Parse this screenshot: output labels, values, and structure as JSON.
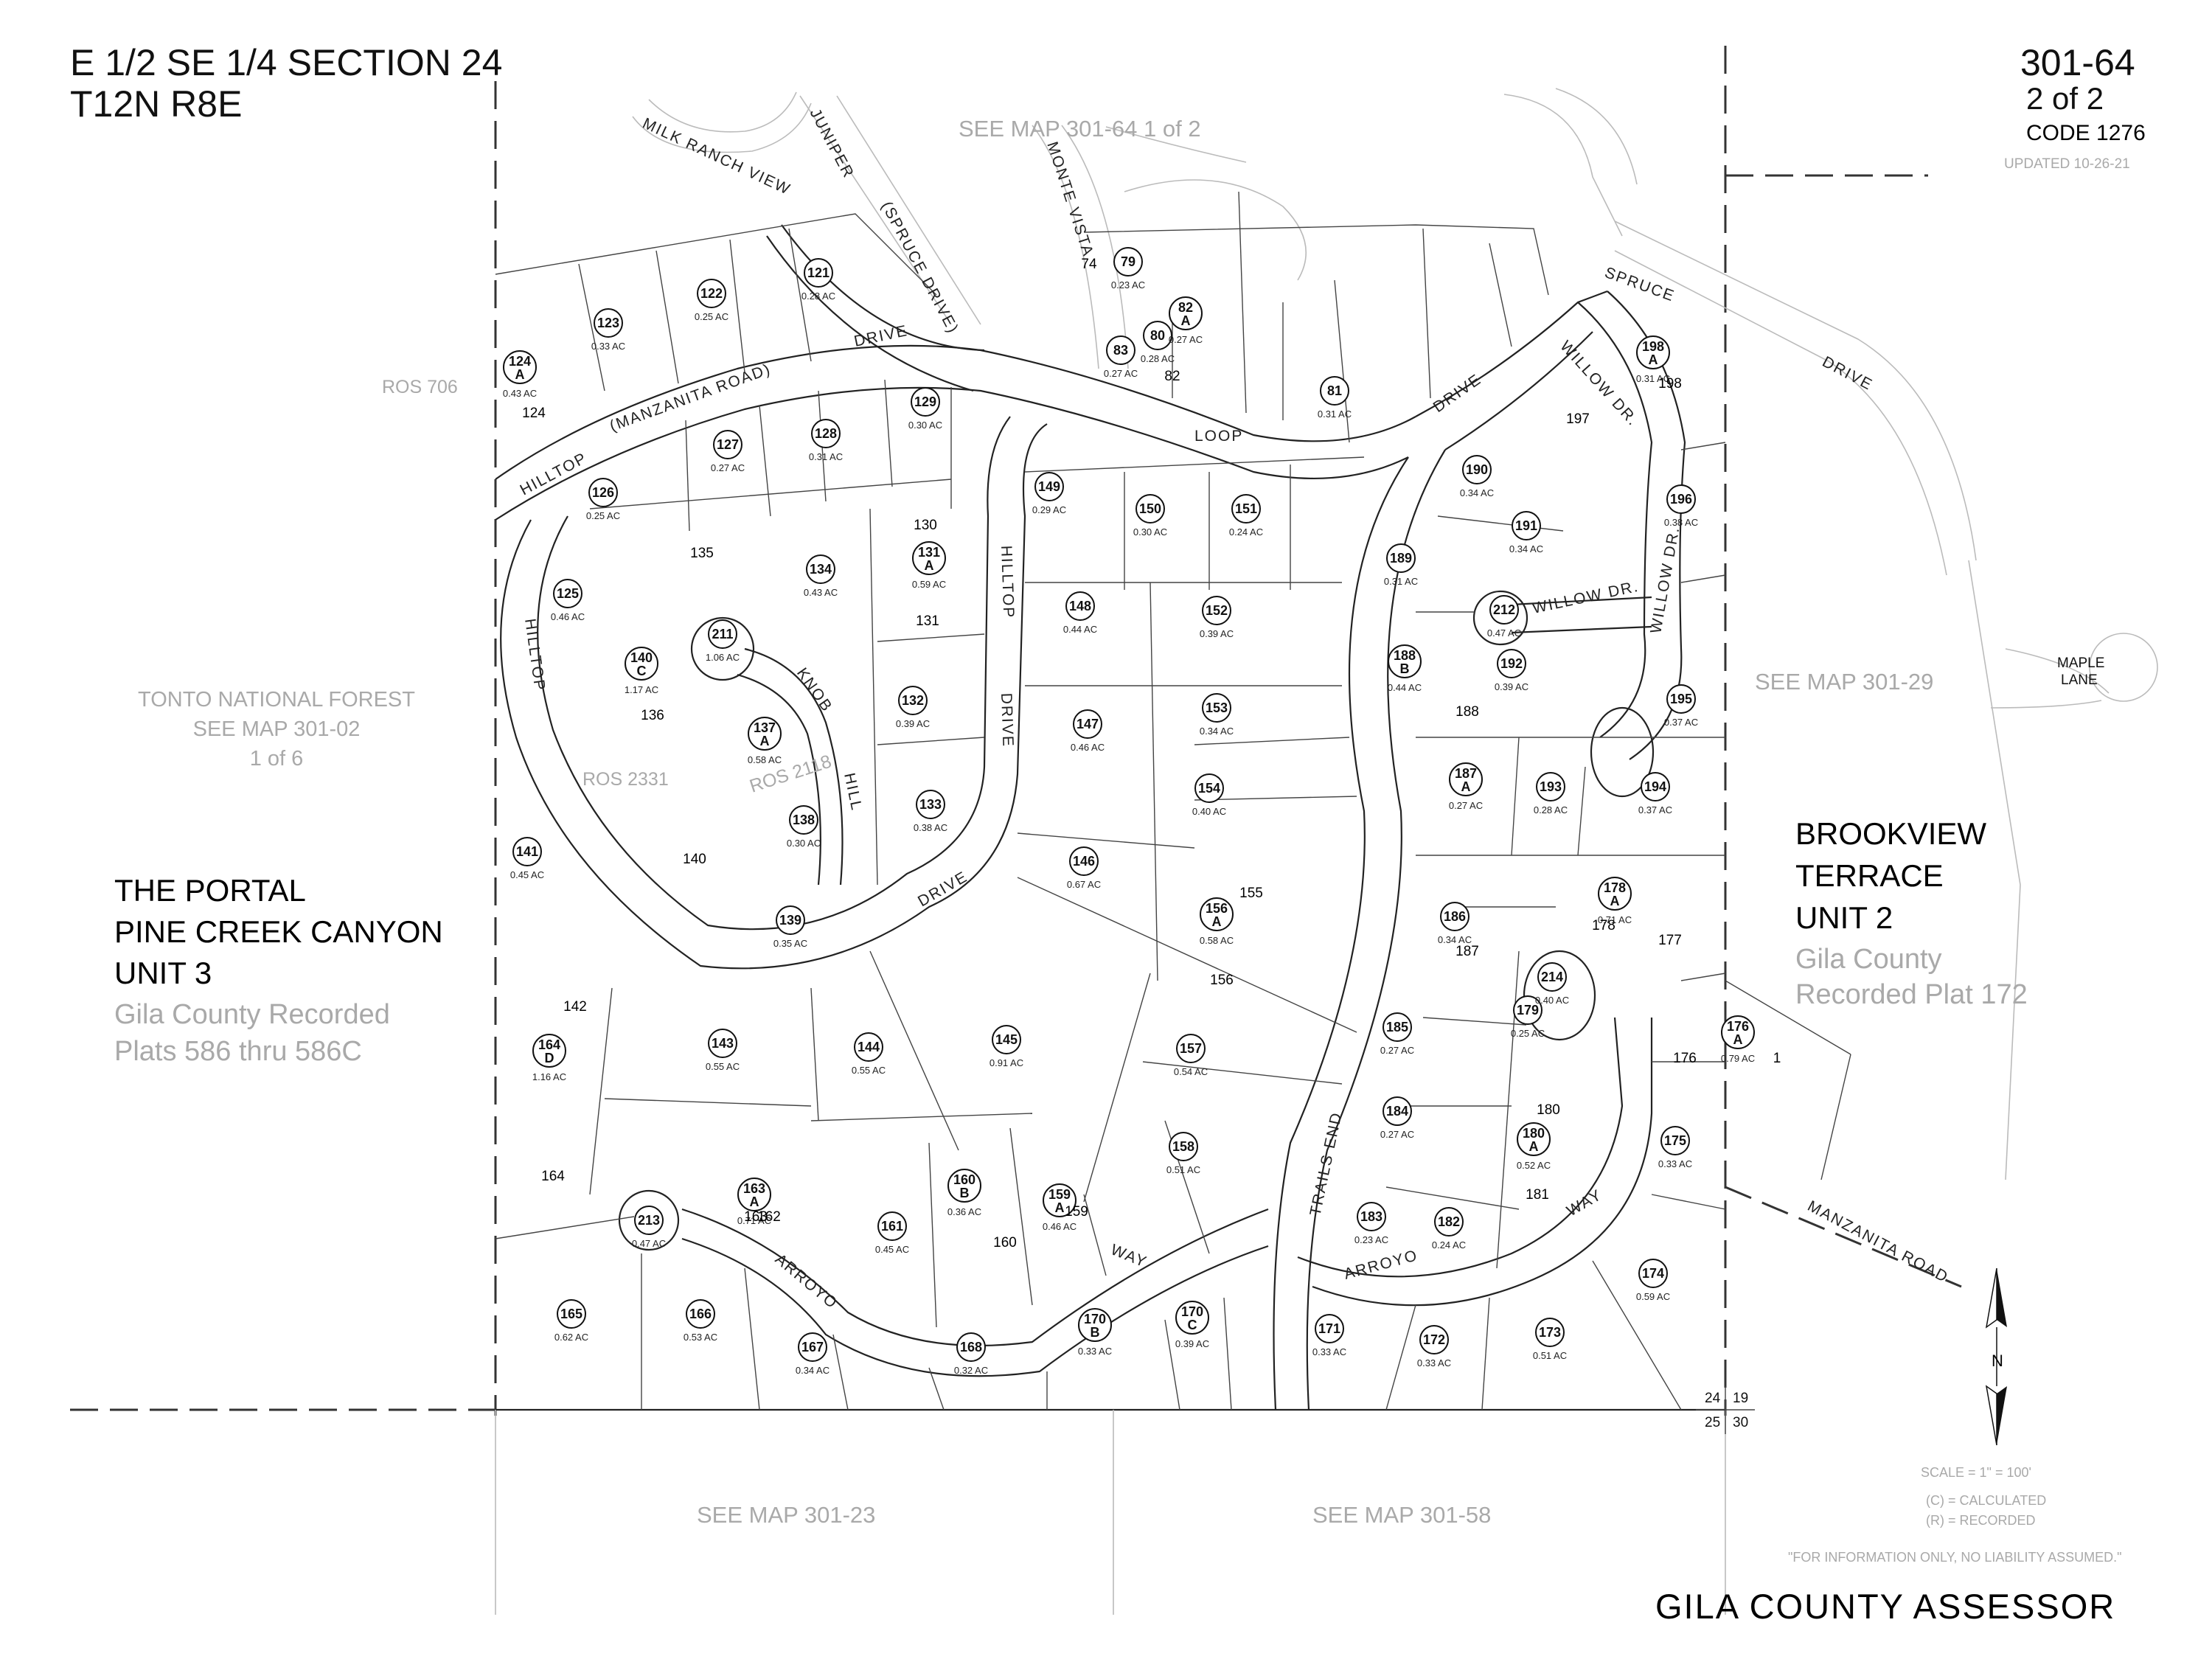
{
  "title": {
    "line1": "E 1/2 SE 1/4 SECTION 24",
    "line2": "T12N R8E"
  },
  "map_id": {
    "number": "301-64",
    "sheet": "2 of 2",
    "code": "CODE 1276",
    "updated": "UPDATED 10-26-21"
  },
  "references": {
    "north": "SEE MAP 301-64   1 of 2",
    "east": "SEE MAP 301-29",
    "south_west": "SEE MAP 301-23",
    "south_east": "SEE MAP 301-58",
    "ros706": "ROS 706",
    "ros2331": "ROS 2331",
    "ros2118": "ROS 2118"
  },
  "forest": {
    "line1": "TONTO NATIONAL FOREST",
    "line2": "SEE MAP 301-02",
    "line3": "1 of 6"
  },
  "subdivision_west": {
    "line1": "THE PORTAL",
    "line2": "PINE CREEK CANYON",
    "line3": "UNIT 3",
    "line4": "Gila County Recorded",
    "line5": "Plats 586 thru 586C"
  },
  "subdivision_east": {
    "line1": "BROOKVIEW",
    "line2": "TERRACE",
    "line3": "UNIT 2",
    "line4": "Gila County",
    "line5": "Recorded Plat 172"
  },
  "streets": {
    "milk_ranch": "MILK RANCH   VIEW",
    "juniper": "JUNIPER",
    "spruce_drive_paren": "(SPRUCE DRIVE)",
    "monte_vista": "MONTE VISTA",
    "spruce": "SPRUCE",
    "drive": "DRIVE",
    "hilltop": "HILLTOP",
    "manzanita_road_paren": "(MANZANITA ROAD)",
    "loop": "LOOP",
    "willow_dr": "WILLOW DR.",
    "maple_lane_1": "MAPLE",
    "maple_lane_2": "LANE",
    "knob": "KNOB",
    "hill": "HILL",
    "trails_end": "TRAILS END",
    "arroyo": "ARROYO",
    "way": "WAY",
    "manzanita_road": "MANZANITA   ROAD"
  },
  "section_corner": {
    "nw": "24",
    "ne": "19",
    "sw": "25",
    "se": "30"
  },
  "north_arrow": "N",
  "legend": {
    "scale": "SCALE = 1\" = 100'",
    "calculated": "(C) = CALCULATED",
    "recorded": "(R) = RECORDED"
  },
  "disclaimer": "\"FOR INFORMATION ONLY, NO LIABILITY ASSUMED.\"",
  "assessor": "GILA COUNTY ASSESSOR",
  "parcels": [
    {
      "num": "121",
      "acres": "0.28 AC",
      "circled": true
    },
    {
      "num": "122",
      "acres": "0.25 AC",
      "circled": true
    },
    {
      "num": "123",
      "acres": "0.33 AC",
      "circled": true
    },
    {
      "num": "124",
      "sub": "A",
      "acres": "0.43 AC",
      "circled": true
    },
    {
      "num": "125",
      "acres": "0.46 AC",
      "circled": true
    },
    {
      "num": "126",
      "acres": "0.25 AC",
      "circled": true
    },
    {
      "num": "127",
      "acres": "0.27 AC",
      "circled": true
    },
    {
      "num": "128",
      "acres": "0.31 AC",
      "circled": true
    },
    {
      "num": "129",
      "acres": "0.30 AC",
      "circled": true
    },
    {
      "num": "131",
      "sub": "A",
      "acres": "0.59 AC",
      "circled": true
    },
    {
      "num": "132",
      "acres": "0.39 AC",
      "circled": true
    },
    {
      "num": "133",
      "acres": "0.38 AC",
      "circled": true
    },
    {
      "num": "134",
      "acres": "0.43 AC",
      "circled": true
    },
    {
      "num": "137",
      "sub": "A",
      "acres": "0.58 AC",
      "circled": true
    },
    {
      "num": "138",
      "acres": "0.30 AC",
      "circled": true
    },
    {
      "num": "139",
      "acres": "0.35 AC",
      "circled": true
    },
    {
      "num": "140",
      "sub": "C",
      "acres": "1.17 AC",
      "circled": true
    },
    {
      "num": "141",
      "acres": "0.45 AC",
      "circled": true
    },
    {
      "num": "143",
      "acres": "0.55 AC",
      "circled": true
    },
    {
      "num": "144",
      "acres": "0.55 AC",
      "circled": true
    },
    {
      "num": "145",
      "acres": "0.91 AC",
      "circled": true
    },
    {
      "num": "146",
      "acres": "0.67 AC",
      "circled": true
    },
    {
      "num": "147",
      "acres": "0.46 AC",
      "circled": true
    },
    {
      "num": "148",
      "acres": "0.44 AC",
      "circled": true
    },
    {
      "num": "149",
      "acres": "0.29 AC",
      "circled": true
    },
    {
      "num": "150",
      "acres": "0.30 AC",
      "circled": true
    },
    {
      "num": "151",
      "acres": "0.24 AC",
      "circled": true
    },
    {
      "num": "152",
      "acres": "0.39 AC",
      "circled": true
    },
    {
      "num": "153",
      "acres": "0.34 AC",
      "circled": true
    },
    {
      "num": "154",
      "acres": "0.40 AC",
      "circled": true
    },
    {
      "num": "156",
      "sub": "A",
      "acres": "0.58 AC",
      "circled": true
    },
    {
      "num": "157",
      "acres": "0.54 AC",
      "circled": true
    },
    {
      "num": "158",
      "acres": "0.51 AC",
      "circled": true
    },
    {
      "num": "159",
      "sub": "A",
      "acres": "0.46 AC",
      "circled": true
    },
    {
      "num": "160",
      "sub": "B",
      "acres": "0.36 AC",
      "circled": true
    },
    {
      "num": "161",
      "acres": "0.45 AC",
      "circled": true
    },
    {
      "num": "163",
      "sub": "A",
      "acres": "0.71 AC",
      "circled": true
    },
    {
      "num": "164",
      "sub": "D",
      "acres": "1.16 AC",
      "circled": true
    },
    {
      "num": "165",
      "acres": "0.62 AC",
      "circled": true
    },
    {
      "num": "166",
      "acres": "0.53 AC",
      "circled": true
    },
    {
      "num": "167",
      "acres": "0.34 AC",
      "circled": true
    },
    {
      "num": "168",
      "acres": "0.32 AC",
      "circled": true
    },
    {
      "num": "170",
      "sub": "B",
      "acres": "0.33 AC",
      "circled": true
    },
    {
      "num": "170",
      "sub": "C",
      "acres": "0.39 AC",
      "circled": true
    },
    {
      "num": "171",
      "acres": "0.33 AC",
      "circled": true
    },
    {
      "num": "172",
      "acres": "0.33 AC",
      "circled": true
    },
    {
      "num": "173",
      "acres": "0.51 AC",
      "circled": true
    },
    {
      "num": "174",
      "acres": "0.59 AC",
      "circled": true
    },
    {
      "num": "175",
      "acres": "0.33 AC",
      "circled": true
    },
    {
      "num": "176",
      "sub": "A",
      "acres": "0.79 AC",
      "circled": true
    },
    {
      "num": "178",
      "sub": "A",
      "acres": "0.71 AC",
      "circled": true
    },
    {
      "num": "179",
      "acres": "0.25 AC",
      "circled": true
    },
    {
      "num": "180",
      "sub": "A",
      "acres": "0.52 AC",
      "circled": true
    },
    {
      "num": "182",
      "acres": "0.24 AC",
      "circled": true
    },
    {
      "num": "183",
      "acres": "0.23 AC",
      "circled": true
    },
    {
      "num": "184",
      "acres": "0.27 AC",
      "circled": true
    },
    {
      "num": "185",
      "acres": "0.27 AC",
      "circled": true
    },
    {
      "num": "186",
      "acres": "0.34 AC",
      "circled": true
    },
    {
      "num": "187",
      "sub": "A",
      "acres": "0.27 AC",
      "circled": true
    },
    {
      "num": "188",
      "sub": "B",
      "acres": "0.44 AC",
      "circled": true
    },
    {
      "num": "189",
      "acres": "0.31 AC",
      "circled": true
    },
    {
      "num": "190",
      "acres": "0.34 AC",
      "circled": true
    },
    {
      "num": "191",
      "acres": "0.34 AC",
      "circled": true
    },
    {
      "num": "192",
      "acres": "0.39 AC",
      "circled": true
    },
    {
      "num": "193",
      "acres": "0.28 AC",
      "circled": true
    },
    {
      "num": "194",
      "acres": "0.37 AC",
      "circled": true
    },
    {
      "num": "195",
      "acres": "0.37 AC",
      "circled": true
    },
    {
      "num": "196",
      "acres": "0.38 AC",
      "circled": true
    },
    {
      "num": "198",
      "sub": "A",
      "acres": "0.31 AC",
      "circled": true
    },
    {
      "num": "211",
      "acres": "1.06 AC",
      "circled": true
    },
    {
      "num": "212",
      "acres": "0.47 AC",
      "circled": true
    },
    {
      "num": "213",
      "acres": "0.47 AC",
      "circled": true
    },
    {
      "num": "214",
      "acres": "0.40 AC",
      "circled": true
    },
    {
      "num": "79",
      "acres": "0.23 AC",
      "circled": true
    },
    {
      "num": "80",
      "acres": "0.28 AC",
      "circled": true
    },
    {
      "num": "81",
      "acres": "0.31 AC",
      "circled": true
    },
    {
      "num": "82",
      "sub": "A",
      "acres": "0.27 AC",
      "circled": true
    },
    {
      "num": "83",
      "acres": "0.27 AC",
      "circled": true
    },
    {
      "num": "74",
      "circled": false
    },
    {
      "num": "82",
      "circled": false
    },
    {
      "num": "124",
      "circled": false
    },
    {
      "num": "130",
      "circled": false
    },
    {
      "num": "131",
      "circled": false
    },
    {
      "num": "135",
      "circled": false
    },
    {
      "num": "136",
      "circled": false
    },
    {
      "num": "140",
      "circled": false
    },
    {
      "num": "142",
      "circled": false
    },
    {
      "num": "155",
      "circled": false
    },
    {
      "num": "156",
      "circled": false
    },
    {
      "num": "159",
      "circled": false
    },
    {
      "num": "160",
      "circled": false
    },
    {
      "num": "162",
      "circled": false
    },
    {
      "num": "163",
      "circled": false
    },
    {
      "num": "164",
      "circled": false
    },
    {
      "num": "177",
      "circled": false
    },
    {
      "num": "178",
      "circled": false
    },
    {
      "num": "176",
      "circled": false
    },
    {
      "num": "180",
      "circled": false
    },
    {
      "num": "181",
      "circled": false
    },
    {
      "num": "187",
      "circled": false
    },
    {
      "num": "188",
      "circled": false
    },
    {
      "num": "197",
      "circled": false
    },
    {
      "num": "198",
      "circled": false
    },
    {
      "num": "1",
      "circled": false
    }
  ]
}
